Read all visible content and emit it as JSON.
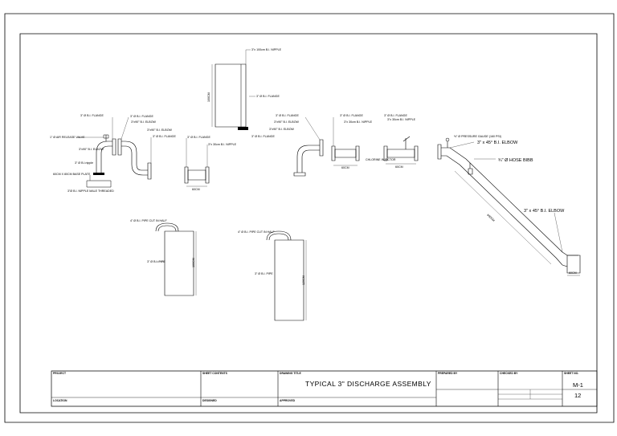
{
  "drawing": {
    "title": "TYPICAL 3\" DISCHARGE ASSEMBLY",
    "sheet_code": "M-1",
    "sheet_number": "12"
  },
  "callouts": {
    "nipple_top": "3\"x 100cm B.I. NIPPLE",
    "flange_mid": "3\" Ø B.I. FLANGE",
    "dim_vertical_top": "100CM",
    "g1_flange_left": "3\" Ø B.I. FLANGE",
    "g1_air_release": "1\" Ø AIR RELEASE VALVE",
    "g1_elbow_left": "3\"x90° B.I. ELBOW",
    "g1_nipple_left": "3\" Ø B.I.nipple",
    "g1_base_plate": "60CM X 80CM BASE PLATE",
    "g1_nipple_threaded": "3\"Ø B.I. NIPPLE MALE THREADED",
    "g1_flange_right": "3\" Ø B.I. FLANGE",
    "g1_elbow_r1": "3\"x90° B.I. ELBOW",
    "g1_elbow_r2": "3\"x90° B.I. ELBOW",
    "g1_flange_r3": "3\" Ø B.I. FLANGE",
    "g2_flange": "3\" Ø B.I. FLANGE",
    "g2_nipple": "3\"x 30cm B.I. NIPPLE",
    "g2_dim": "60CM",
    "g3_flange_a": "3\" Ø B.I. FLANGE",
    "g3_elbow_a": "3\"x90° B.I. ELBOW",
    "g3_elbow_b": "3\"x90° B.I. ELBOW",
    "g3_flange_b": "3\" Ø B.I. FLANGE",
    "g4_flange": "3\" Ø B.I. FLANGE",
    "g4_nipple": "3\"x 30cm B.I. NIPPLE",
    "g4_dim": "60CM",
    "g5_flange": "3\" Ø B.I. FLANGE",
    "g5_nipple": "3\"x 30cm B.I. NIPPLE",
    "g5_chlorine": "CHLORINE INJECTOR",
    "g5_dim": "60CM",
    "gauge": "½\" Ø PRESSURE GAUGE (160 PSI)",
    "elbow45_top": "3\" x 45° B.I. ELBOW",
    "hose_bibb": "¾\" Ø HOSE BIBB",
    "elbow45_bottom": "3\" x 45° B.I. ELBOW",
    "diag_dim": "600CM",
    "diag_end_dim": "60CM",
    "pipe_cut_1": "4\" Ø B.I. PIPE CUT IN HALF",
    "pipe_1": "3\" Ø B.I. PIPE",
    "pipe_1_dim": "100CM",
    "pipe_cut_2": "4\" Ø B.I. PIPE CUT IN HALF",
    "pipe_2": "3\" Ø B.I. PIPE",
    "pipe_2_dim": "120CM"
  },
  "title_block": {
    "project": "PROJECT",
    "sheet_contents": "SHEET CONTENTS",
    "drawing_title_hdr": "DRAWING TITLE",
    "prepared_by": "PREPARED BY",
    "checked_by": "CHECKED BY",
    "sheet_no": "SHEET NO.",
    "location": "LOCATION",
    "designed": "DESIGNED",
    "approved": "APPROVED"
  }
}
